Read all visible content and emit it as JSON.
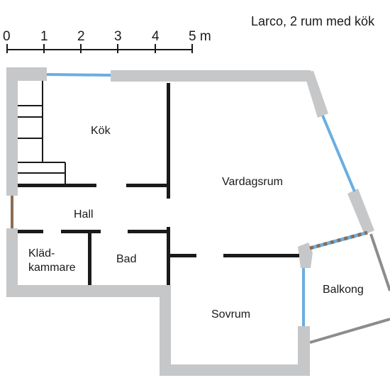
{
  "title": "Larco, 2 rum med kök",
  "scale": {
    "ticks": [
      "0",
      "1",
      "2",
      "3",
      "4",
      "5 m"
    ]
  },
  "rooms": {
    "kok": "Kök",
    "hall": "Hall",
    "vardagsrum": "Vardagsrum",
    "kladkammare_line1": "Kläd-",
    "kladkammare_line2": "kammare",
    "bad": "Bad",
    "sovrum": "Sovrum",
    "balkong": "Balkong"
  },
  "colors": {
    "outer_wall": "#c6c7c9",
    "inner_wall": "#1a1a1a",
    "window": "#6aaee0",
    "door": "#8b6d55",
    "balcony_rail": "#8c8c8c"
  }
}
